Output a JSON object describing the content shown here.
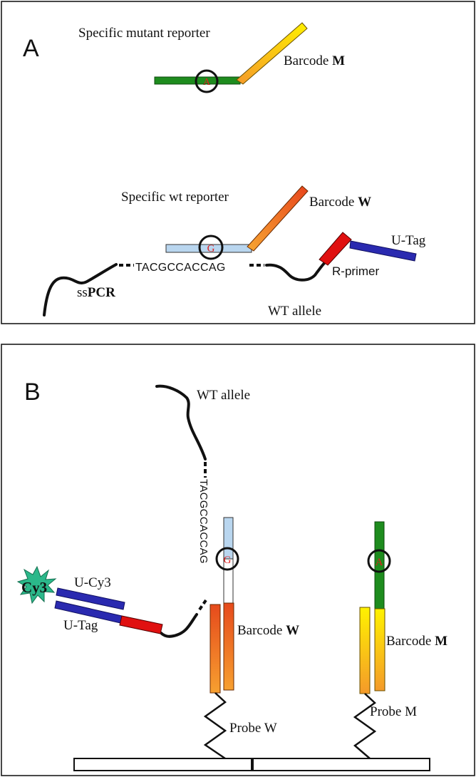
{
  "panel_a": {
    "label": "A",
    "mutant_reporter_label": "Specific mutant reporter",
    "barcode_m_prefix": "Barcode ",
    "barcode_m_bold": "M",
    "mutant_base": "A",
    "wt_reporter_label": "Specific wt reporter",
    "barcode_w_prefix": "Barcode ",
    "barcode_w_bold": "W",
    "wt_base": "G",
    "sequence": "TACGCCACCAG",
    "ss_prefix": "ss",
    "ss_bold": "PCR",
    "utag_label": "U-Tag",
    "rprimer_label": "R-primer",
    "wt_allele_label": "WT allele"
  },
  "panel_b": {
    "label": "B",
    "wt_allele_label": "WT allele",
    "sequence": "TACGCCACCAG",
    "cy3_label": "Cy3",
    "ucy3_label": "U-Cy3",
    "utag_label": "U-Tag",
    "wt_base": "G",
    "mutant_base": "A",
    "barcode_w_prefix": "Barcode ",
    "barcode_w_bold": "W",
    "barcode_m_prefix": "Barcode ",
    "barcode_m_bold": "M",
    "probe_w_label": "Probe W",
    "probe_m_label": "Probe M"
  }
}
